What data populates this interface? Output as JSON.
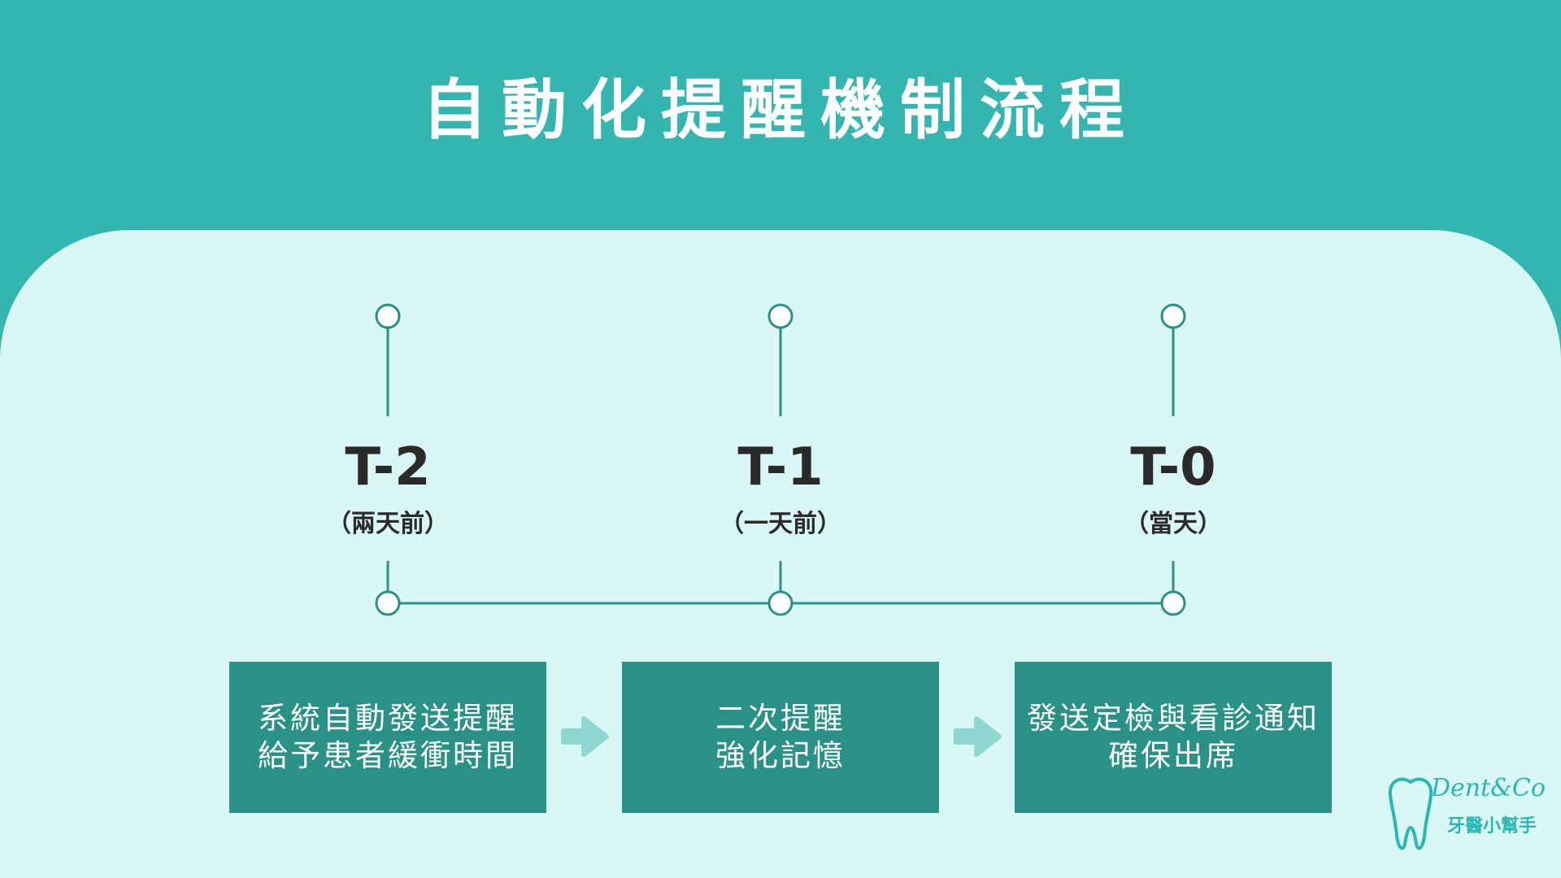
{
  "title": "自動化提醒機制流程",
  "timeline": [
    {
      "label": "T-2",
      "sub": "（兩天前）"
    },
    {
      "label": "T-1",
      "sub": "（一天前）"
    },
    {
      "label": "T-0",
      "sub": "（當天）"
    }
  ],
  "steps": [
    {
      "line1": "系統自動發送提醒",
      "line2": "給予患者緩衝時間"
    },
    {
      "line1": "二次提醒",
      "line2": "強化記憶"
    },
    {
      "line1": "發送定檢與看診通知",
      "line2": "確保出席"
    }
  ],
  "logo": {
    "script": "Dent&Co",
    "text": "牙醫小幫手",
    "icon": "tooth-icon"
  },
  "colors": {
    "header_bg": "#34b5b0",
    "panel_bg": "#d9f7f5",
    "box_bg": "#2a9186",
    "line": "#2a9186",
    "arrow": "#8fd8d2"
  }
}
